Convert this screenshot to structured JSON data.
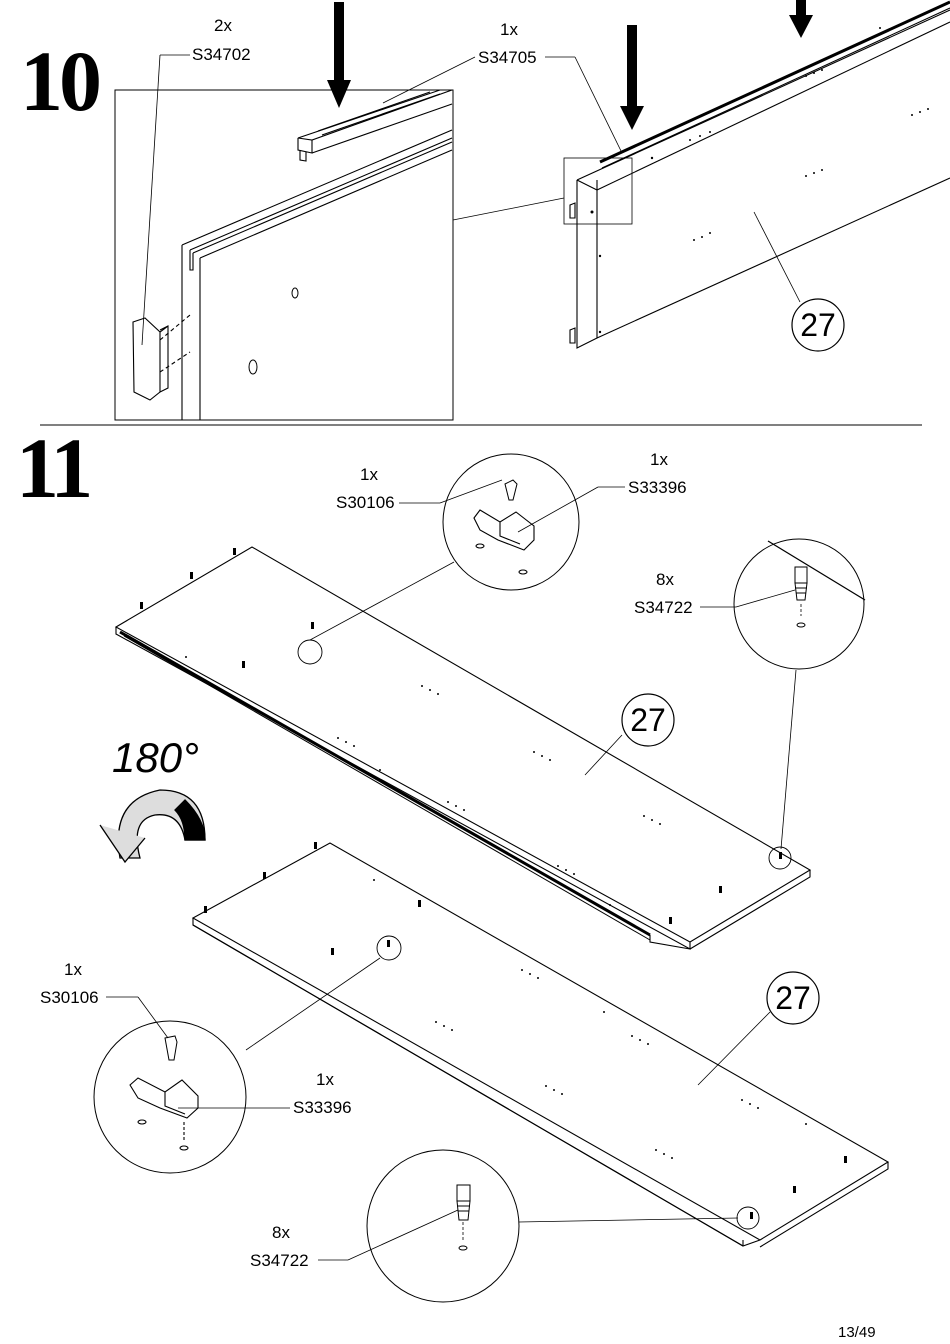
{
  "step10": {
    "number": "10",
    "parts": [
      {
        "qty": "2x",
        "code": "S34702"
      },
      {
        "qty": "1x",
        "code": "S34705"
      }
    ],
    "panel": "27"
  },
  "step11": {
    "number": "11",
    "rotation": "180°",
    "top_parts": [
      {
        "qty": "1x",
        "code": "S30106"
      },
      {
        "qty": "1x",
        "code": "S33396"
      },
      {
        "qty": "8x",
        "code": "S34722"
      }
    ],
    "bottom_parts": [
      {
        "qty": "1x",
        "code": "S30106"
      },
      {
        "qty": "1x",
        "code": "S33396"
      },
      {
        "qty": "8x",
        "code": "S34722"
      }
    ],
    "panel_top": "27",
    "panel_bottom": "27"
  },
  "page_number": "13/49"
}
